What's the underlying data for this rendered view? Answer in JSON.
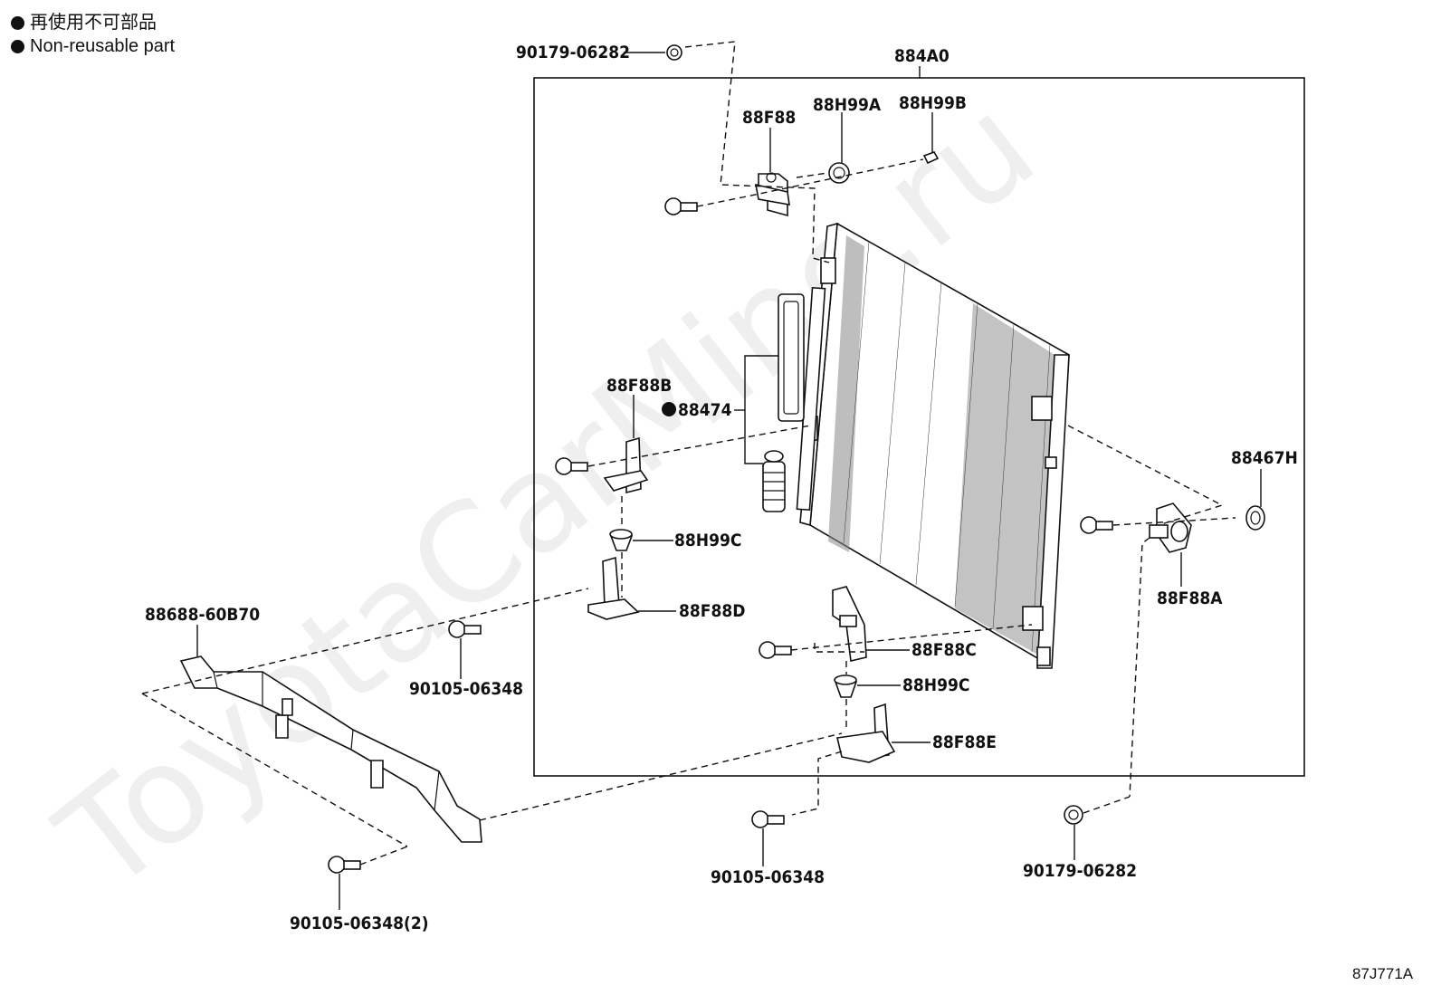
{
  "legend": {
    "line1": "再使用不可部品",
    "line2": "Non-reusable part"
  },
  "watermark": "ToyotaCarMine.ru",
  "labels": {
    "p90179_top": "90179-06282",
    "p884A0": "884A0",
    "p88F88": "88F88",
    "p88H99A": "88H99A",
    "p88H99B": "88H99B",
    "p88F88B": "88F88B",
    "p88474": "88474",
    "p88H99C_left": "88H99C",
    "p88F88D": "88F88D",
    "p88688": "88688-60B70",
    "p90105_mid": "90105-06348",
    "p88467H": "88467H",
    "p88F88A": "88F88A",
    "p88F88C": "88F88C",
    "p88H99C_mid": "88H99C",
    "p88F88E": "88F88E",
    "p90105_bottom": "90105-06348",
    "p90179_bottom": "90179-06282",
    "p90105_left": "90105-06348(2)",
    "illustration_id": "87J771A"
  },
  "icons": {
    "non_reusable": "filled-circle-icon"
  }
}
